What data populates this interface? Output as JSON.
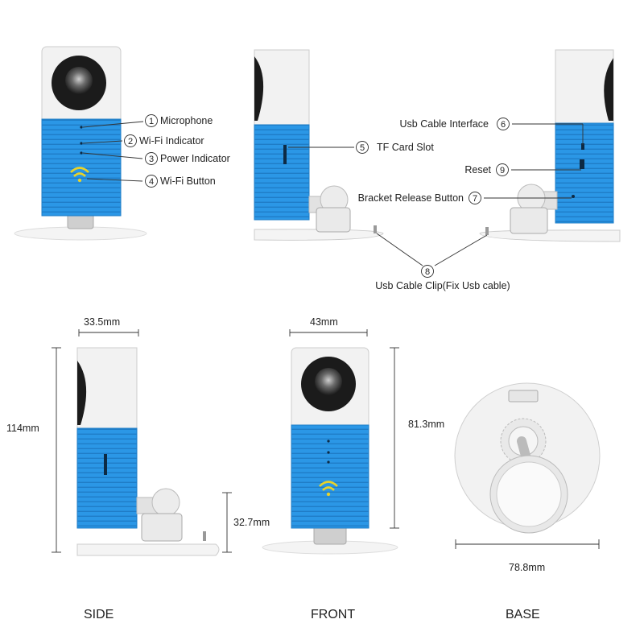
{
  "colors": {
    "body_blue": "#2b97e6",
    "body_blue_dark": "#1f7dc7",
    "shell_white": "#f2f2f2",
    "lens_black": "#1b1b1b",
    "wifi_yellow": "#e8d22a"
  },
  "callouts_front": [
    {
      "num": "1",
      "label": "Microphone"
    },
    {
      "num": "2",
      "label": "Wi-Fi Indicator"
    },
    {
      "num": "3",
      "label": "Power Indicator"
    },
    {
      "num": "4",
      "label": "Wi-Fi Button"
    }
  ],
  "callouts_back": [
    {
      "num": "5",
      "label": "TF Card Slot"
    },
    {
      "num": "6",
      "label": "Usb Cable Interface"
    },
    {
      "num": "9",
      "label": "Reset"
    },
    {
      "num": "7",
      "label": "Bracket Release Button"
    },
    {
      "num": "8",
      "label": "Usb Cable Clip(Fix Usb cable)"
    }
  ],
  "dimensions": {
    "side_width": "33.5mm",
    "side_height": "114mm",
    "side_base_height": "32.7mm",
    "front_width": "43mm",
    "front_height": "81.3mm",
    "base_diameter": "78.8mm"
  },
  "views": {
    "side": "SIDE",
    "front": "FRONT",
    "base": "BASE"
  }
}
